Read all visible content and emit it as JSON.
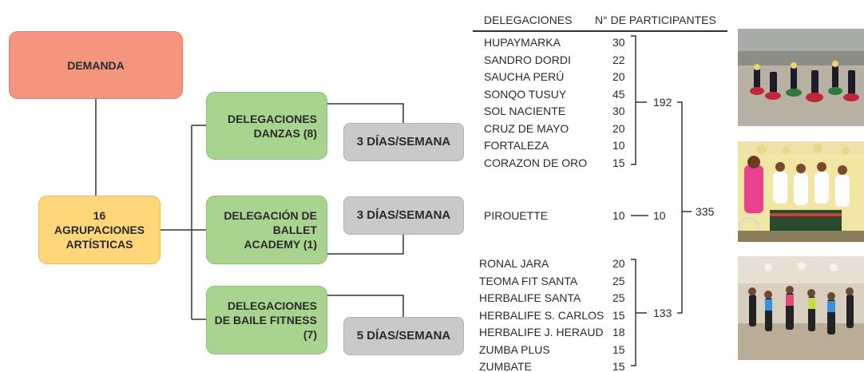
{
  "boxes": {
    "demanda": "DEMANDA",
    "agrupaciones": "16\nAGRUPACIONES\nARTÍSTICAS",
    "danzas": "DELEGACIONES\nDANZAS (8)",
    "ballet": "DELEGACIÓN DE\nBALLET\nACADEMY (1)",
    "fitness": "DELEGACIONES\nDE BAILE FITNESS\n(7)",
    "dias_danzas": "3 DÍAS/SEMANA",
    "dias_ballet": "3 DÍAS/SEMANA",
    "dias_fitness": "5 DÍAS/SEMANA"
  },
  "table": {
    "headers": {
      "delegaciones": "DELEGACIONES",
      "participantes": "N° DE PARTICIPANTES"
    },
    "danzas": [
      {
        "name": "HUPAYMARKA",
        "value": "30"
      },
      {
        "name": "SANDRO DORDI",
        "value": "22"
      },
      {
        "name": "SAUCHA PERÚ",
        "value": "20"
      },
      {
        "name": "SONQO TUSUY",
        "value": "45"
      },
      {
        "name": "SOL NACIENTE",
        "value": "30"
      },
      {
        "name": "CRUZ DE MAYO",
        "value": "20"
      },
      {
        "name": "FORTALEZA",
        "value": "10"
      },
      {
        "name": "CORAZON DE ORO",
        "value": "15"
      }
    ],
    "ballet": [
      {
        "name": "PIROUETTE",
        "value": "10"
      }
    ],
    "fitness": [
      {
        "name": "RONAL JARA",
        "value": "20"
      },
      {
        "name": "TEOMA FIT SANTA",
        "value": "25"
      },
      {
        "name": "HERBALIFE SANTA",
        "value": "25"
      },
      {
        "name": "HERBALIFE S. CARLOS",
        "value": "15"
      },
      {
        "name": "HERBALIFE J. HERAUD",
        "value": "18"
      },
      {
        "name": "ZUMBA PLUS",
        "value": "15"
      },
      {
        "name": "ZUMBATE",
        "value": "15"
      }
    ]
  },
  "totals": {
    "danzas": "192",
    "ballet": "10",
    "fitness": "133",
    "grand": "335"
  },
  "colors": {
    "demanda": "#f4967d",
    "agrupaciones": "#ffd67a",
    "delegaciones": "#a9d490",
    "dias": "#c9c9c9"
  },
  "photos": [
    "dance-group-outdoor-photo",
    "ballet-children-photo",
    "fitness-class-photo"
  ]
}
